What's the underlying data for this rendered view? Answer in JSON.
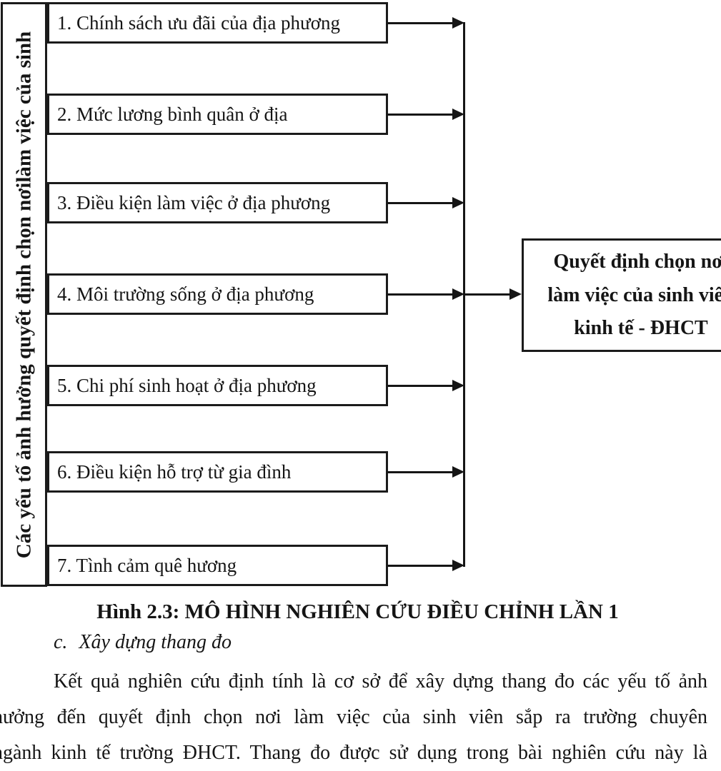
{
  "diagram": {
    "axis_label": "Các yếu tố ảnh hưởng quyết định chọn nơilàm việc của sinh",
    "factors": [
      {
        "label": "1. Chính sách ưu đãi của địa phương"
      },
      {
        "label": "2. Mức lương bình quân ở địa"
      },
      {
        "label": "3. Điều kiện làm việc ở địa phương"
      },
      {
        "label": "4. Môi trường sống ở địa phương"
      },
      {
        "label": "5. Chi phí sinh hoạt ở địa phương"
      },
      {
        "label": "6. Điều kiện hỗ trợ từ gia đình"
      },
      {
        "label": "7. Tình cảm quê hương"
      }
    ],
    "result": {
      "lines": [
        "Quyết định chọn nơi",
        "làm việc của sinh viên",
        "kinh tế - ĐHCT"
      ]
    }
  },
  "caption": "Hình 2.3: MÔ HÌNH NGHIÊN CỨU ĐIỀU CHỈNH LẦN 1",
  "subheading": {
    "marker": "c.",
    "text": "Xây dựng thang đo"
  },
  "paragraph": {
    "lines": [
      "Kết quả nghiên cứu định tính là cơ sở để xây dựng thang đo các yếu tố ảnh",
      "hưởng đến quyết định chọn nơi làm việc của sinh viên sắp ra trường chuyên",
      "ngành kinh tế trường ĐHCT. Thang đo được sử dụng trong bài nghiên cứu này là"
    ]
  },
  "colors": {
    "ink": "#151515",
    "background": "#ffffff"
  }
}
